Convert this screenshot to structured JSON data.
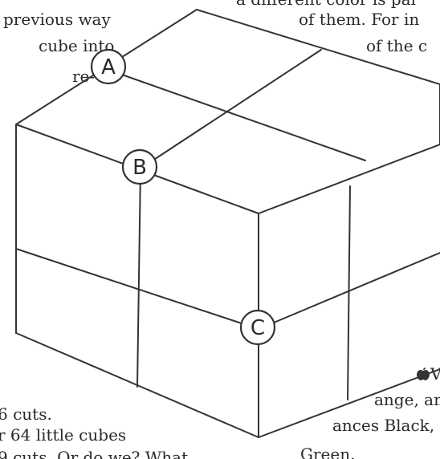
{
  "text_fragments": {
    "top_left_line1": "previous way",
    "top_left_line2": "cube into",
    "top_left_line3": "re-",
    "top_right_line1": "a different color is pai",
    "top_right_line2": "of them.  For in",
    "top_right_line3": "of the c",
    "bottom_left_line1": "6 cuts.",
    "bottom_left_line2": "r 64 little cubes",
    "bottom_left_line3": "9 cuts.  Or do we?  What",
    "bottom_right_line1": "V",
    "bottom_right_line2": "ange, an",
    "bottom_right_line3": "ances Black,",
    "bottom_right_line4": "Green."
  },
  "diagram": {
    "callouts": [
      {
        "label": "A"
      },
      {
        "label": "B"
      },
      {
        "label": "C"
      }
    ],
    "icons": [
      "apple-icon"
    ]
  }
}
